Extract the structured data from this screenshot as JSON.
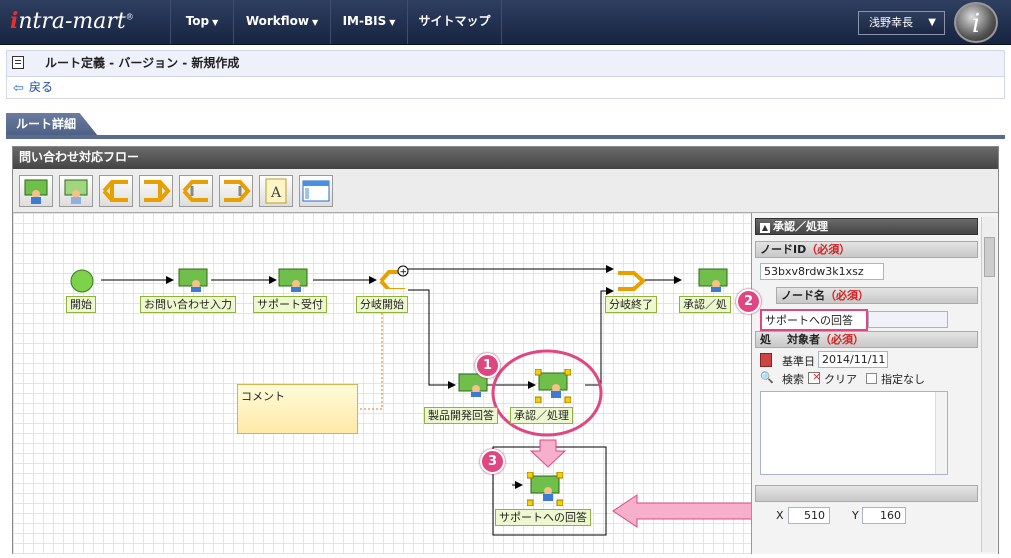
{
  "app": {
    "logo": "intra-mart",
    "logo_mark": "®"
  },
  "nav": [
    {
      "label": "Top",
      "caret": "▼"
    },
    {
      "label": "Workflow",
      "caret": "▼"
    },
    {
      "label": "IM-BIS",
      "caret": "▼"
    },
    {
      "label": "サイトマップ",
      "caret": ""
    }
  ],
  "user": {
    "name": "浅野幸長",
    "caret": "▼"
  },
  "page": {
    "title": "ルート定義 - バージョン - 新規作成",
    "back_label": "戻る"
  },
  "tab": {
    "label": "ルート詳細"
  },
  "flow": {
    "title": "問い合わせ対応フロー",
    "tools": [
      "user-node-icon",
      "user-node-alt-icon",
      "branch-start-icon",
      "branch-end-icon",
      "branch-start-alt-icon",
      "branch-end-alt-icon",
      "text-node-icon",
      "window-node-icon"
    ],
    "tool_text": "A",
    "nodes": {
      "start": "開始",
      "inquiry_input": "お問い合わせ入力",
      "support_received": "サポート受付",
      "branch_start": "分岐開始",
      "branch_end": "分岐終了",
      "approve_top": "承認／処",
      "product_dev": "製品開発回答",
      "approve_process": "承認／処理",
      "support_answer": "サポートへの回答"
    },
    "comment": "コメント",
    "badges": [
      "1",
      "2",
      "3"
    ]
  },
  "panel": {
    "header": "承認／処理",
    "node_id_label": "ノードID",
    "node_id_value": "53bxv8rdw3k1xsz",
    "node_name_label": "ノード名",
    "node_name_value": "サポートへの回答",
    "required": "（必須）",
    "target_label_a": "処",
    "target_label_b": "対象者",
    "date_label": "基準日",
    "date_value": "2014/11/11",
    "search_label": "検索",
    "clear_label": "クリア",
    "none_label": "指定なし",
    "x_label": "X",
    "x_value": "510",
    "y_label": "Y",
    "y_value": "160"
  },
  "colors": {
    "highlight": "#e0467f",
    "nav_bg": "#1b2844",
    "label_bg": "#eef8d0"
  }
}
